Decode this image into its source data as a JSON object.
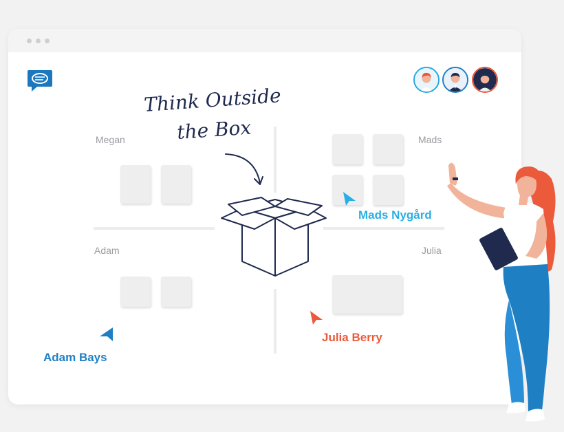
{
  "headline": {
    "line1": "Think Outside",
    "line2": "the Box"
  },
  "quadrants": {
    "top_left": "Megan",
    "top_right": "Mads",
    "bottom_left": "Adam",
    "bottom_right": "Julia"
  },
  "cursors": [
    {
      "name": "Mads Nygård",
      "color": "#29aee6"
    },
    {
      "name": "Adam Bays",
      "color": "#1f7fc3"
    },
    {
      "name": "Julia Berry",
      "color": "#ea5a3b"
    }
  ],
  "colors": {
    "brand_blue": "#1b78bf",
    "ink": "#1f2a4e"
  },
  "icons": [
    "chat-logo-icon",
    "avatar-icon",
    "box-icon",
    "arrow-icon",
    "cursor-icon"
  ]
}
